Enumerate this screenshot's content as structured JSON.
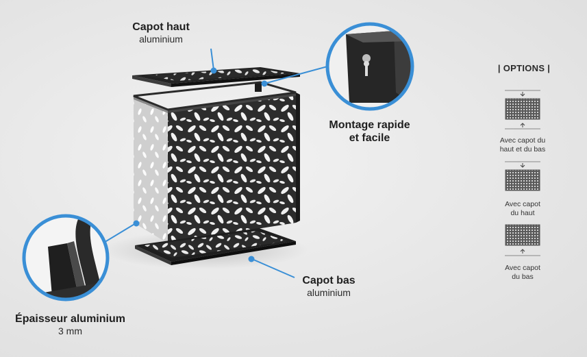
{
  "labels": {
    "capot_haut": {
      "title": "Capot haut",
      "sub": "aluminium"
    },
    "montage": {
      "line1": "Montage rapide",
      "line2": "et facile"
    },
    "capot_bas": {
      "title": "Capot bas",
      "sub": "aluminium"
    },
    "epaisseur": {
      "title": "Épaisseur aluminium",
      "sub": "3 mm"
    }
  },
  "options": {
    "title": "| OPTIONS |",
    "items": [
      {
        "line1": "Avec capot du",
        "line2": "haut et du bas"
      },
      {
        "line1": "Avec capot",
        "line2": "du haut"
      },
      {
        "line1": "Avec capot",
        "line2": "du bas"
      }
    ]
  },
  "colors": {
    "accent": "#3a8fd6",
    "metal": "#2b2b2b",
    "background": "#e8e8e8"
  }
}
